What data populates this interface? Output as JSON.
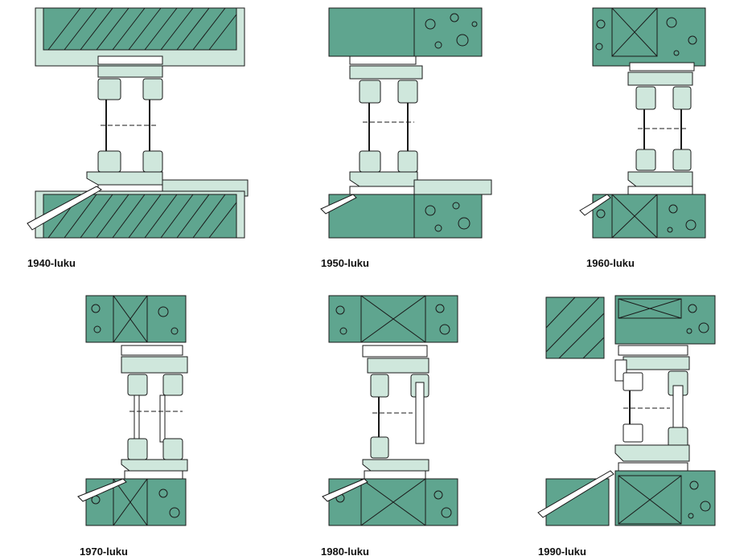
{
  "colors": {
    "wall_fill": "#5fa58f",
    "frame_fill": "#cfe7dc",
    "screed_fill": "#cfe7dc",
    "line": "#1a1a1a"
  },
  "panels": [
    {
      "caption": "1940-luku",
      "wall": "brick-hatched"
    },
    {
      "caption": "1950-luku",
      "wall": "concrete-aggregate"
    },
    {
      "caption": "1960-luku",
      "wall": "concrete-insulated"
    },
    {
      "caption": "1970-luku",
      "wall": "concrete-insulated"
    },
    {
      "caption": "1980-luku",
      "wall": "concrete-insulated"
    },
    {
      "caption": "1990-luku",
      "wall": "brick-insulated"
    }
  ]
}
